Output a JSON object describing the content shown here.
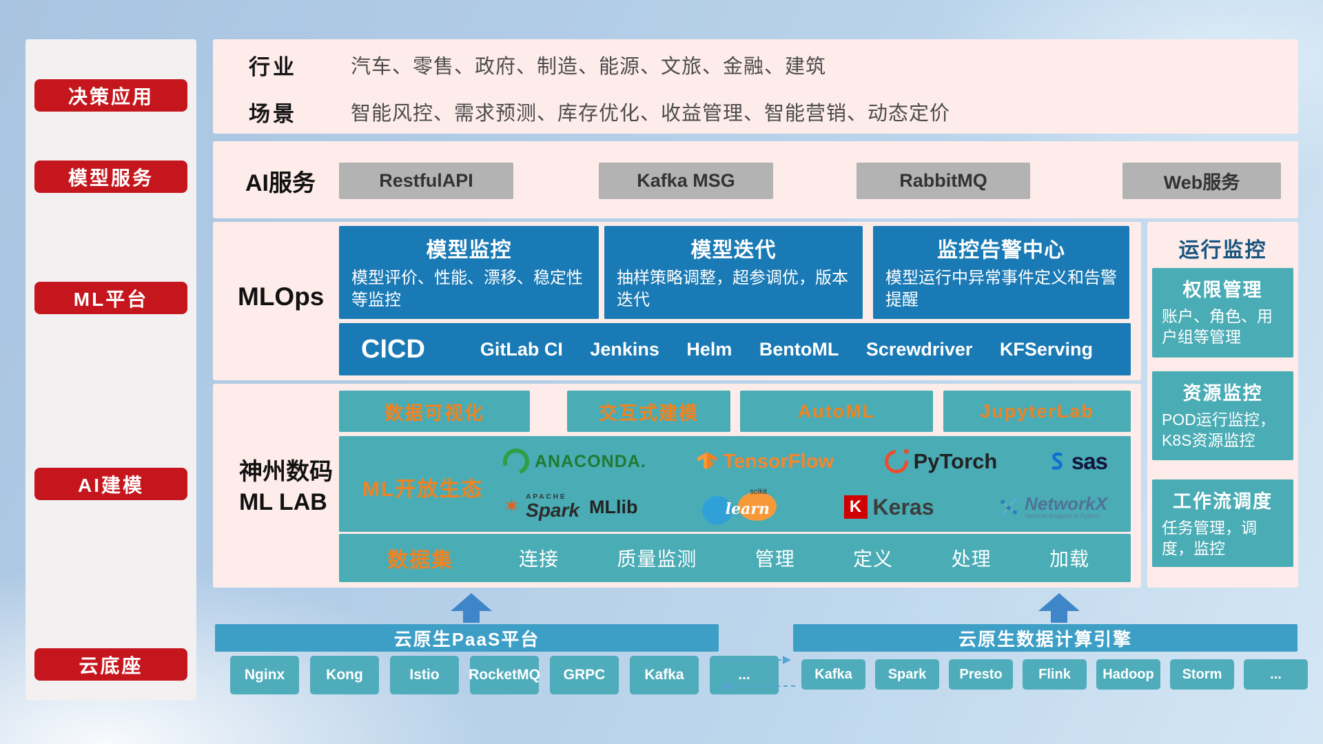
{
  "colors": {
    "accent_red": "#c5161d",
    "panel_pink": "#fdecea",
    "card_blue": "#1a7ab5",
    "teal": "#4aacb5",
    "highlight_orange": "#f08321",
    "bar_blue": "#3e9fc6",
    "chip_teal": "#4fadbb",
    "arrow_blue": "#3f86c8"
  },
  "sidebar": {
    "items": [
      "决策应用",
      "模型服务",
      "ML平台",
      "AI建模",
      "云底座"
    ]
  },
  "industry": {
    "rows": [
      {
        "label": "行业",
        "text": "汽车、零售、政府、制造、能源、文旅、金融、建筑"
      },
      {
        "label": "场景",
        "text": "智能风控、需求预测、库存优化、收益管理、智能营销、动态定价"
      }
    ]
  },
  "ai_service": {
    "label": "AI服务",
    "buttons": [
      "RestfulAPI",
      "Kafka MSG",
      "RabbitMQ",
      "Web服务"
    ]
  },
  "mlops": {
    "label": "MLOps",
    "cards": [
      {
        "title": "模型监控",
        "desc": "模型评价、性能、漂移、稳定性等监控"
      },
      {
        "title": "模型迭代",
        "desc": "抽样策略调整，超参调优，版本迭代"
      },
      {
        "title": "监控告警中心",
        "desc": "模型运行中异常事件定义和告警提醒"
      }
    ],
    "cicd_label": "CICD",
    "cicd_items": [
      "GitLab CI",
      "Jenkins",
      "Helm",
      "BentoML",
      "Screwdriver",
      "KFServing"
    ]
  },
  "mllab": {
    "label_line1": "神州数码",
    "label_line2": "ML LAB",
    "tools": [
      "数据可视化",
      "交互式建模",
      "AutoML",
      "JupyterLab"
    ],
    "eco_label": "ML开放生态",
    "logos": {
      "anaconda": "ANACONDA.",
      "tensorflow": "TensorFlow",
      "pytorch": "PyTorch",
      "sas": "sas",
      "spark_top": "APACHE",
      "spark": "Spark",
      "mllib": "MLlib",
      "scikit_top": "scikit",
      "scikit": "learn",
      "keras_k": "K",
      "keras": "Keras",
      "networkx": "NetworkX",
      "networkx_sub": "Network Analysis in Python"
    },
    "dataset_label": "数据集",
    "dataset_items": [
      "连接",
      "质量监测",
      "管理",
      "定义",
      "处理",
      "加载"
    ]
  },
  "monitoring": {
    "title": "运行监控",
    "cards": [
      {
        "title": "权限管理",
        "desc": "账户、角色、用户组等管理"
      },
      {
        "title": "资源监控",
        "desc": "POD运行监控，K8S资源监控"
      },
      {
        "title": "工作流调度",
        "desc": "任务管理，调度，监控"
      }
    ]
  },
  "cloud": {
    "paas": {
      "title": "云原生PaaS平台",
      "items": [
        "Nginx",
        "Kong",
        "Istio",
        "RocketMQ",
        "GRPC",
        "Kafka",
        "..."
      ]
    },
    "engine": {
      "title": "云原生数据计算引擎",
      "items": [
        "Kafka",
        "Spark",
        "Presto",
        "Flink",
        "Hadoop",
        "Storm",
        "..."
      ]
    }
  }
}
